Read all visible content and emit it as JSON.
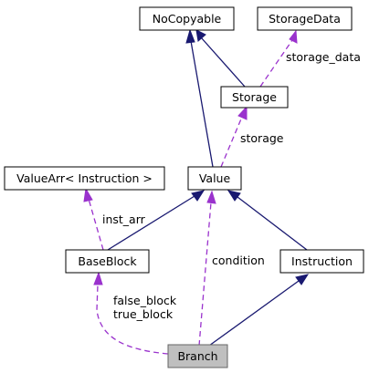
{
  "nodes": {
    "nocopyable": {
      "label": "NoCopyable"
    },
    "storagedata": {
      "label": "StorageData"
    },
    "storage": {
      "label": "Storage"
    },
    "valuearr": {
      "label": "ValueArr< Instruction >"
    },
    "value": {
      "label": "Value"
    },
    "baseblock": {
      "label": "BaseBlock"
    },
    "instruction": {
      "label": "Instruction"
    },
    "branch": {
      "label": "Branch"
    }
  },
  "edge_labels": {
    "storage_data": "storage_data",
    "storage": "storage",
    "inst_arr": "inst_arr",
    "condition": "condition",
    "false_block": "false_block",
    "true_block": "true_block"
  },
  "colors": {
    "inheritance": "#191970",
    "usage": "#9a32cd",
    "focus_fill": "#bfbfbf"
  }
}
